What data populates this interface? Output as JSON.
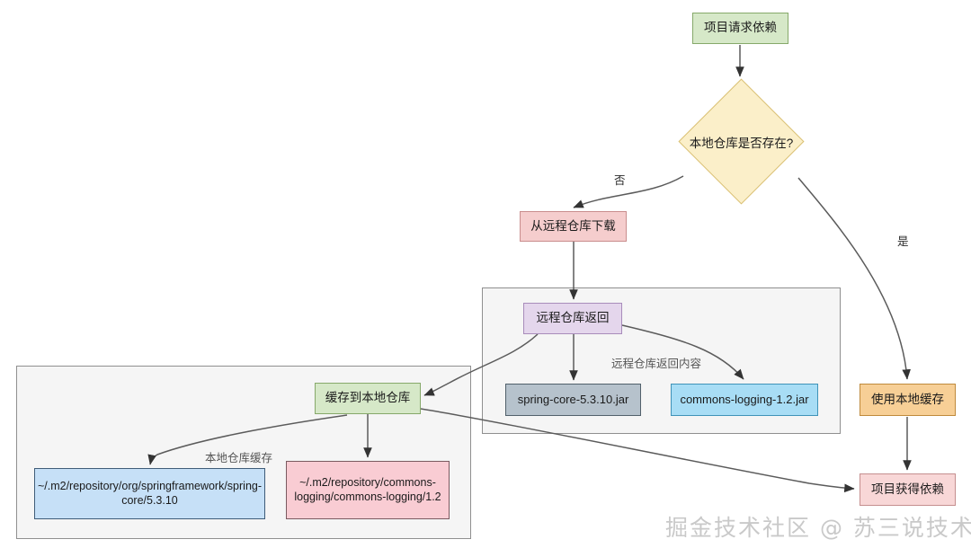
{
  "diagram": {
    "title_watermark": "掘金技术社区 @ 苏三说技术",
    "nodes": {
      "request": "项目请求依赖",
      "decision": "本地仓库是否存在?",
      "download": "从远程仓库下载",
      "remote_return": "远程仓库返回",
      "jar_spring": "spring-core-5.3.10.jar",
      "jar_commons": "commons-logging-1.2.jar",
      "cache_local": "缓存到本地仓库",
      "path_spring": "~/.m2/repository/org/springframework/spring-core/5.3.10",
      "path_commons": "~/.m2/repository/commons-logging/commons-logging/1.2",
      "use_cache": "使用本地缓存",
      "got_dependency": "项目获得依赖"
    },
    "groups": {
      "remote_content": "远程仓库返回内容",
      "local_cache": "本地仓库缓存"
    },
    "edge_labels": {
      "no": "否",
      "yes": "是"
    },
    "colors": {
      "green": "#d6e8c8",
      "yellow": "#fbefc9",
      "red": "#f5cdcd",
      "purple": "#e4d6ec",
      "gray": "#b6c2cc",
      "cyan": "#a8ddf5",
      "blue": "#c6e0f7",
      "pink": "#f9ccd3",
      "orange": "#f7cf96",
      "lightpink": "#f8d7d7",
      "group_bg": "#f5f5f5",
      "edge": "#4a4a4a"
    }
  }
}
